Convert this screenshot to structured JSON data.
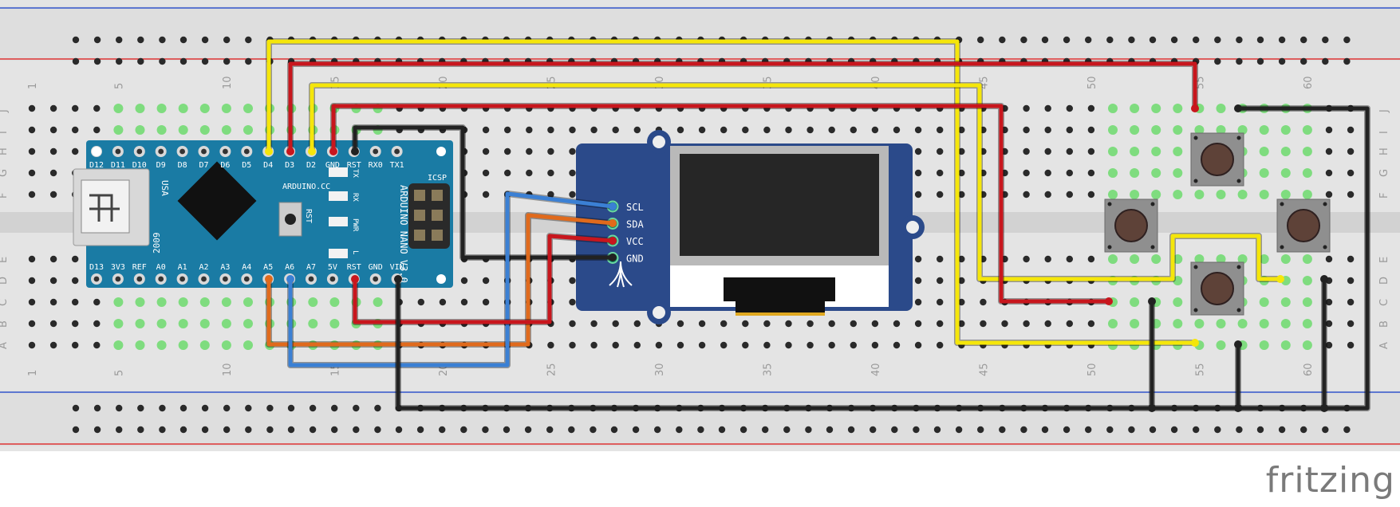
{
  "watermark": "fritzing",
  "breadboard": {
    "column_labels": [
      "1",
      "5",
      "10",
      "15",
      "20",
      "25",
      "30",
      "35",
      "40",
      "45",
      "50",
      "55",
      "60"
    ],
    "row_labels_top": [
      "J",
      "I",
      "H",
      "G",
      "F"
    ],
    "row_labels_bottom": [
      "E",
      "D",
      "C",
      "B",
      "A"
    ]
  },
  "arduino": {
    "top_pins": [
      "D12",
      "D11",
      "D10",
      "D9",
      "D8",
      "D7",
      "D6",
      "D5",
      "D4",
      "D3",
      "D2",
      "GND",
      "RST",
      "RX0",
      "TX1"
    ],
    "bottom_pins": [
      "D13",
      "3V3",
      "REF",
      "A0",
      "A1",
      "A2",
      "A3",
      "A4",
      "A5",
      "A6",
      "A7",
      "5V",
      "RST",
      "GND",
      "VIN"
    ],
    "brand": "ARDUINO.CC",
    "model": "ARDUINO NANO V3.0",
    "icsp": "ICSP",
    "rst": "RST",
    "usa": "USA",
    "year": "2009",
    "led_tx": "TX",
    "led_rx": "RX",
    "led_pwr": "PWR",
    "led_l": "L"
  },
  "oled": {
    "pins": [
      "SCL",
      "SDA",
      "VCC",
      "GND"
    ]
  },
  "colors": {
    "yellow": "#f5e60a",
    "red": "#c8161d",
    "black": "#222222",
    "blue": "#3b80d4",
    "orange": "#e06a1c",
    "arduino": "#1a7ba4",
    "oled_board": "#2b4a8a"
  }
}
